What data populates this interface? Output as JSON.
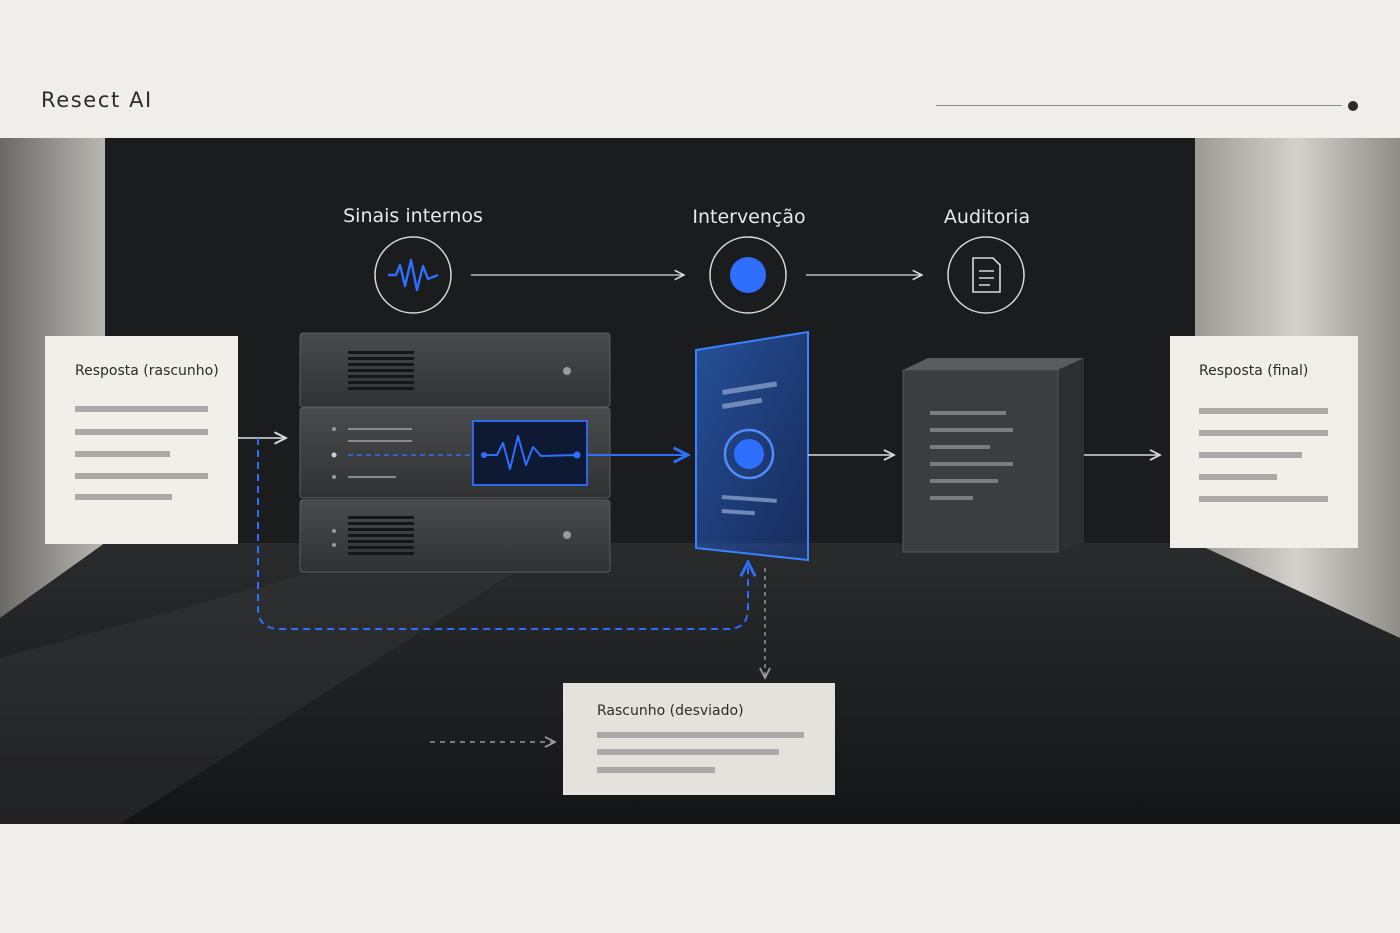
{
  "header": {
    "brand": "Resect AI"
  },
  "stages": {
    "signals": {
      "label": "Sinais internos",
      "icon": "waveform-icon"
    },
    "intervention": {
      "label": "Intervenção",
      "icon": "blue-dot-icon"
    },
    "audit": {
      "label": "Auditoria",
      "icon": "document-icon"
    }
  },
  "cards": {
    "draft": "Resposta (rascunho)",
    "final": "Resposta (final)",
    "diverted": "Rascunho (desviado)"
  },
  "colors": {
    "accent": "#2f6fff",
    "background_paper": "#efeeea",
    "room_dark": "#1b1c1e",
    "card": "#f1efe9"
  }
}
